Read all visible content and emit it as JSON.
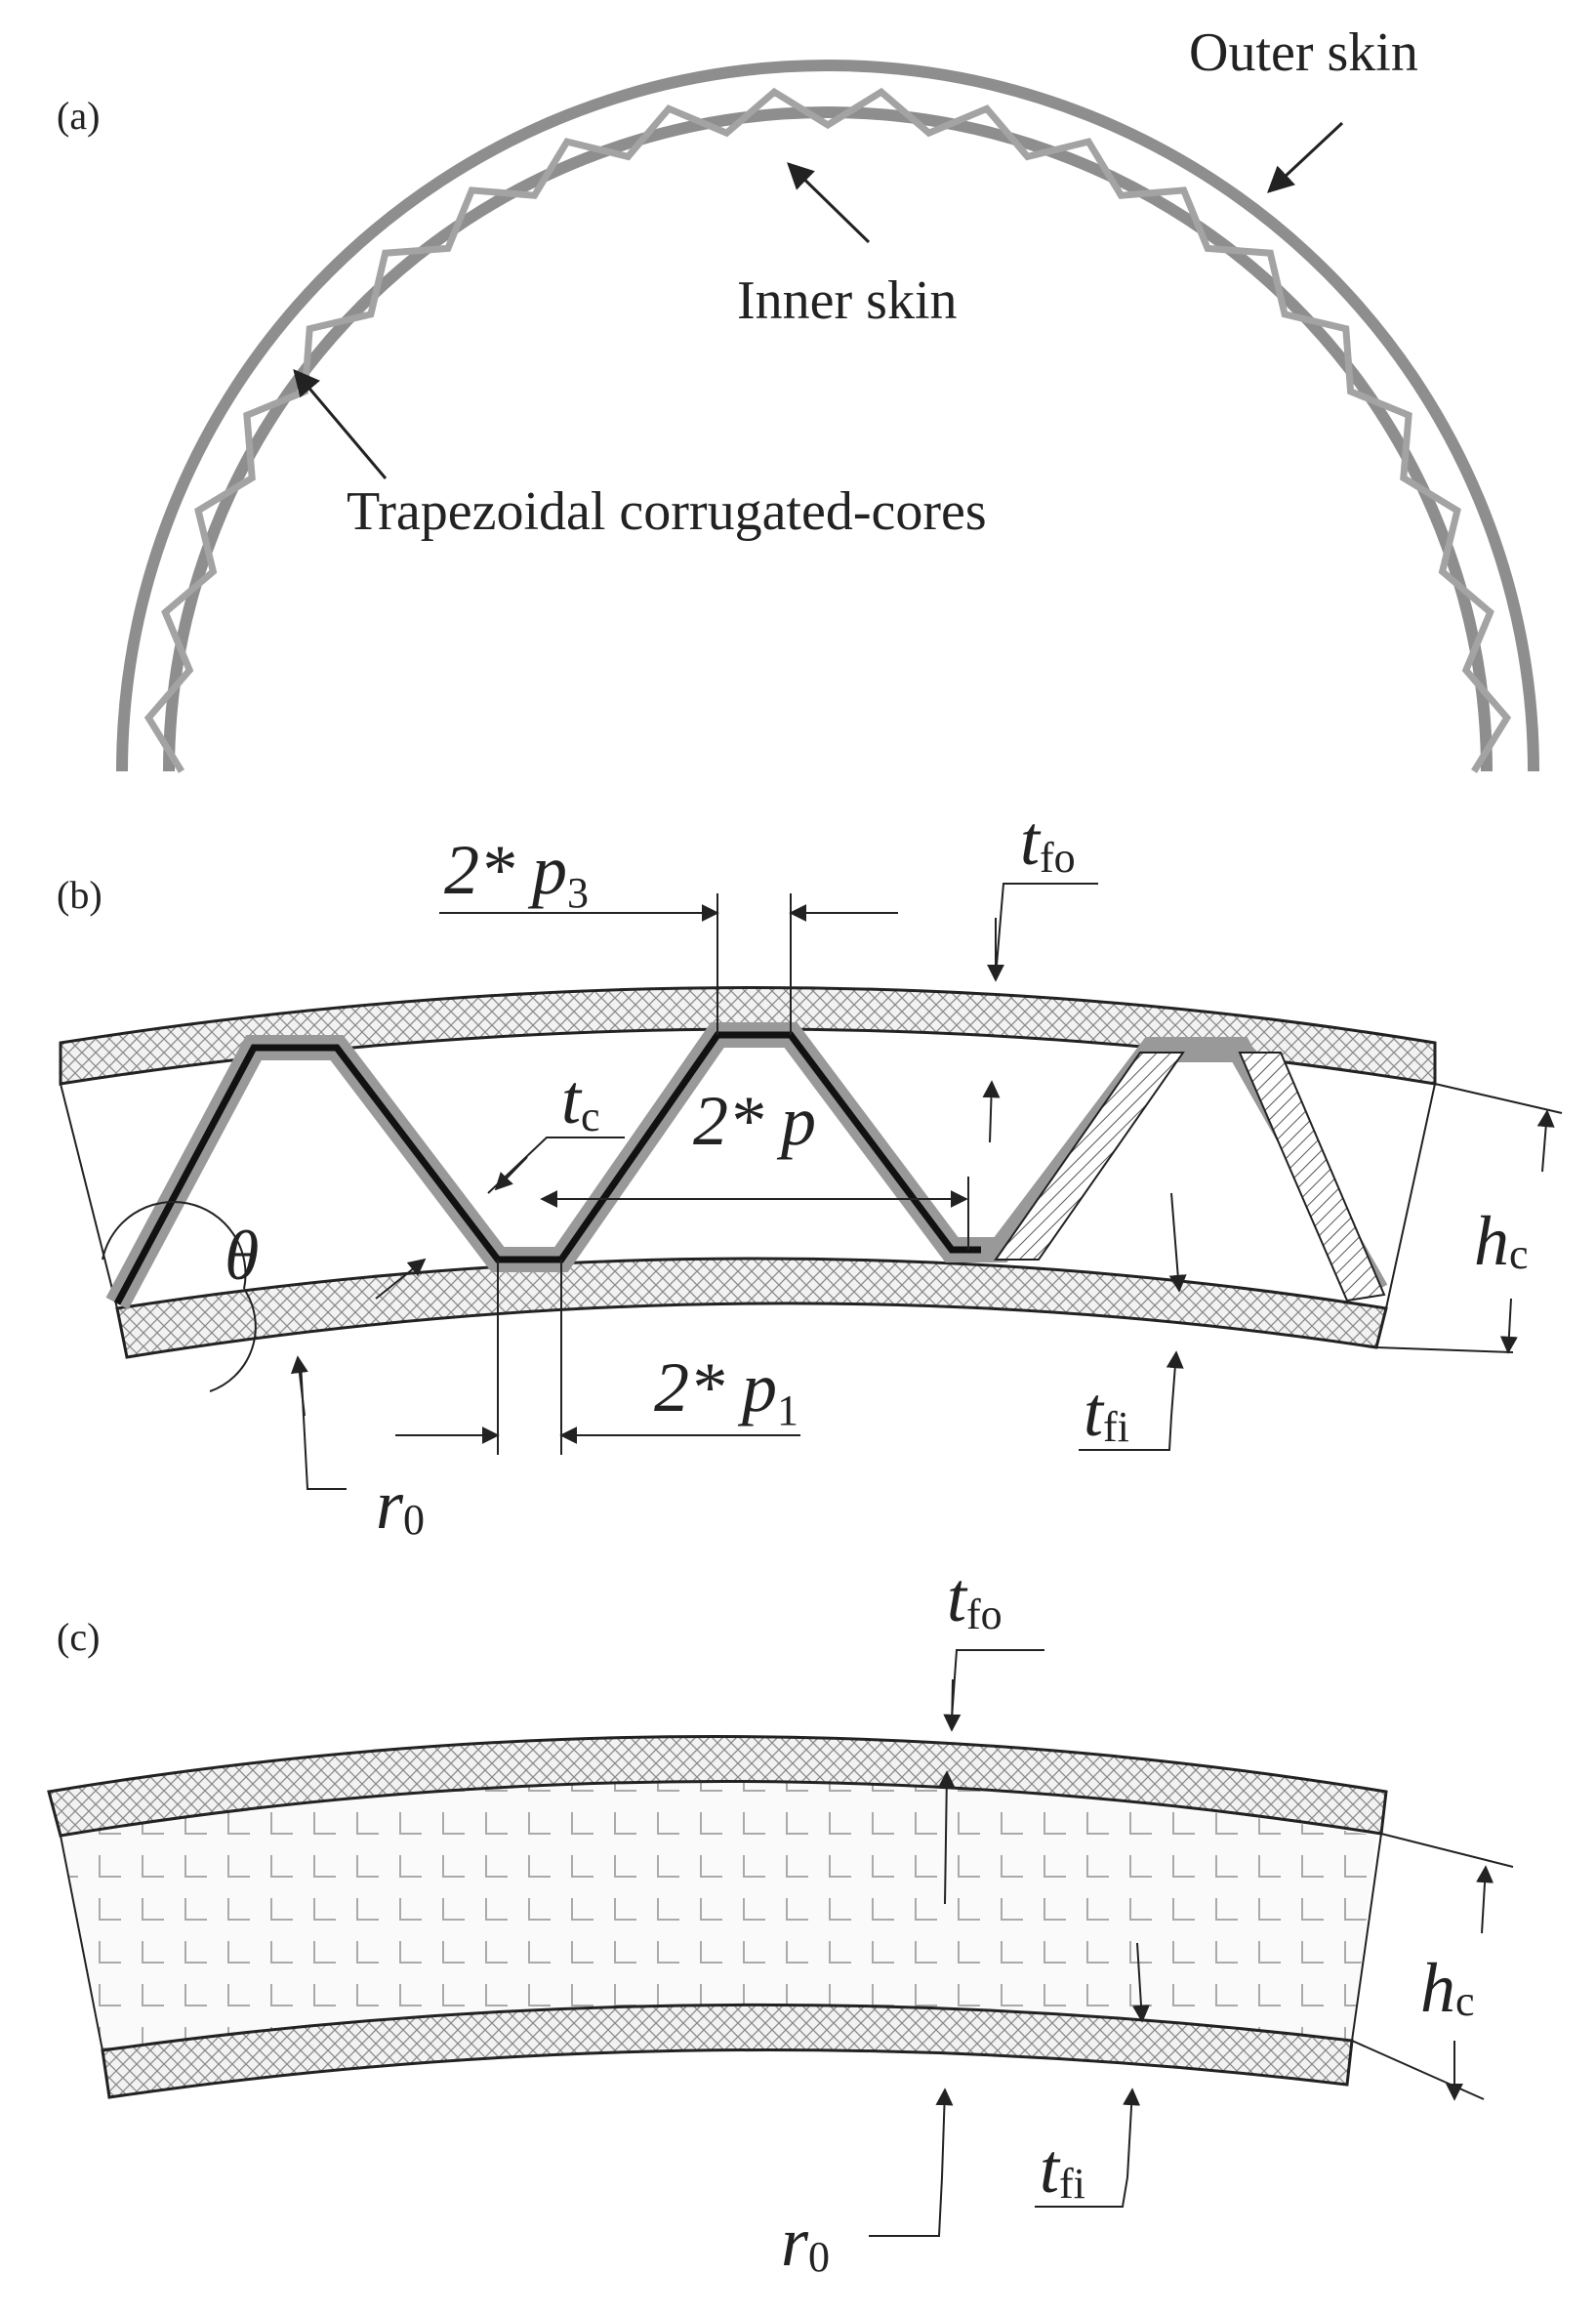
{
  "panel_a": {
    "label": "(a)",
    "outer_skin": "Outer skin",
    "inner_skin": "Inner skin",
    "cores": "Trapezoidal corrugated-cores"
  },
  "panel_b": {
    "label": "(b)",
    "p3": "2* p",
    "p3_sub": "3",
    "tfo": "t",
    "tfo_sub": "fo",
    "tc": "t",
    "tc_sub": "c",
    "p": "2* p",
    "theta": "θ",
    "hc": "h",
    "hc_sub": "c",
    "p1": "2* p",
    "p1_sub": "1",
    "tfi": "t",
    "tfi_sub": "fi",
    "r0": "r",
    "r0_sub": "0"
  },
  "panel_c": {
    "label": "(c)",
    "tfo": "t",
    "tfo_sub": "fo",
    "hc": "h",
    "hc_sub": "c",
    "tfi": "t",
    "tfi_sub": "fi",
    "r0": "r",
    "r0_sub": "0"
  },
  "colors": {
    "ink": "#222222",
    "skin_gray": "#9a9a9a",
    "hatch": "#888888"
  }
}
